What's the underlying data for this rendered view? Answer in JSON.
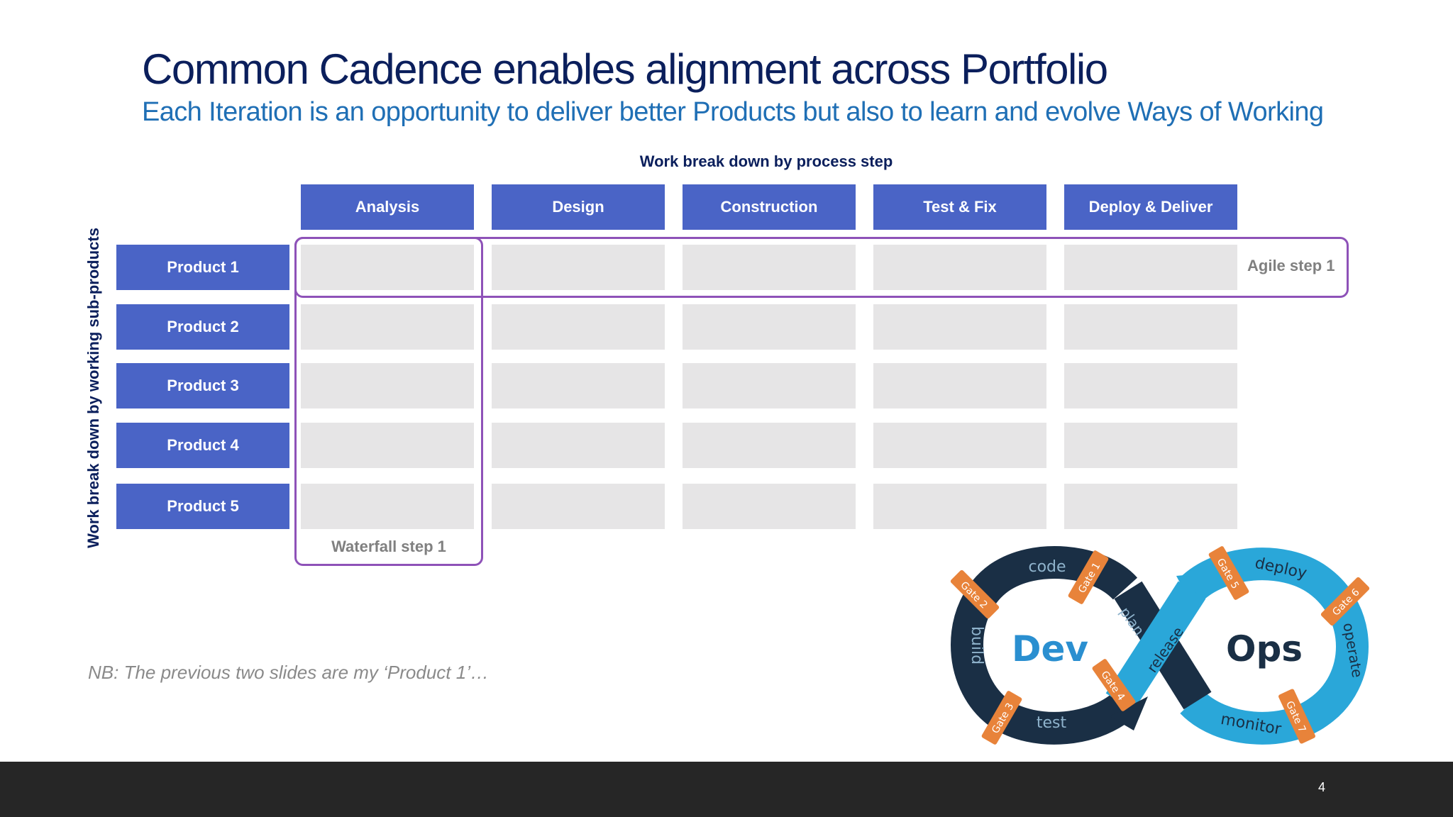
{
  "slide": {
    "title": "Common Cadence enables alignment across Portfolio",
    "subtitle": "Each Iteration is an opportunity to deliver better Products but also to learn and evolve Ways of Working",
    "note": "NB: The previous two slides are my ‘Product 1’…",
    "page_number": "4"
  },
  "grid": {
    "column_heading": "Work break down by process step",
    "row_heading": "Work break down by working sub-products",
    "columns": [
      "Analysis",
      "Design",
      "Construction",
      "Test & Fix",
      "Deploy & Deliver"
    ],
    "rows": [
      "Product 1",
      "Product 2",
      "Product 3",
      "Product 4",
      "Product 5"
    ],
    "agile_label": "Agile step 1",
    "waterfall_label": "Waterfall step 1"
  },
  "devops_graphic": {
    "dev_label": "Dev",
    "ops_label": "Ops",
    "phases": [
      "code",
      "build",
      "test",
      "plan",
      "release",
      "deploy",
      "operate",
      "monitor"
    ],
    "gates": [
      "Gate 1",
      "Gate 2",
      "Gate 3",
      "Gate 4",
      "Gate 5",
      "Gate 6",
      "Gate 7"
    ]
  },
  "colors": {
    "header_blue": "#4a64c6",
    "cell_gray": "#e6e5e6",
    "outline_purple": "#8e52b8",
    "dev_navy": "#1a2f45",
    "ops_cyan": "#2aa7d9",
    "gate_orange": "#e8833a",
    "title_navy": "#0b1f5c"
  }
}
